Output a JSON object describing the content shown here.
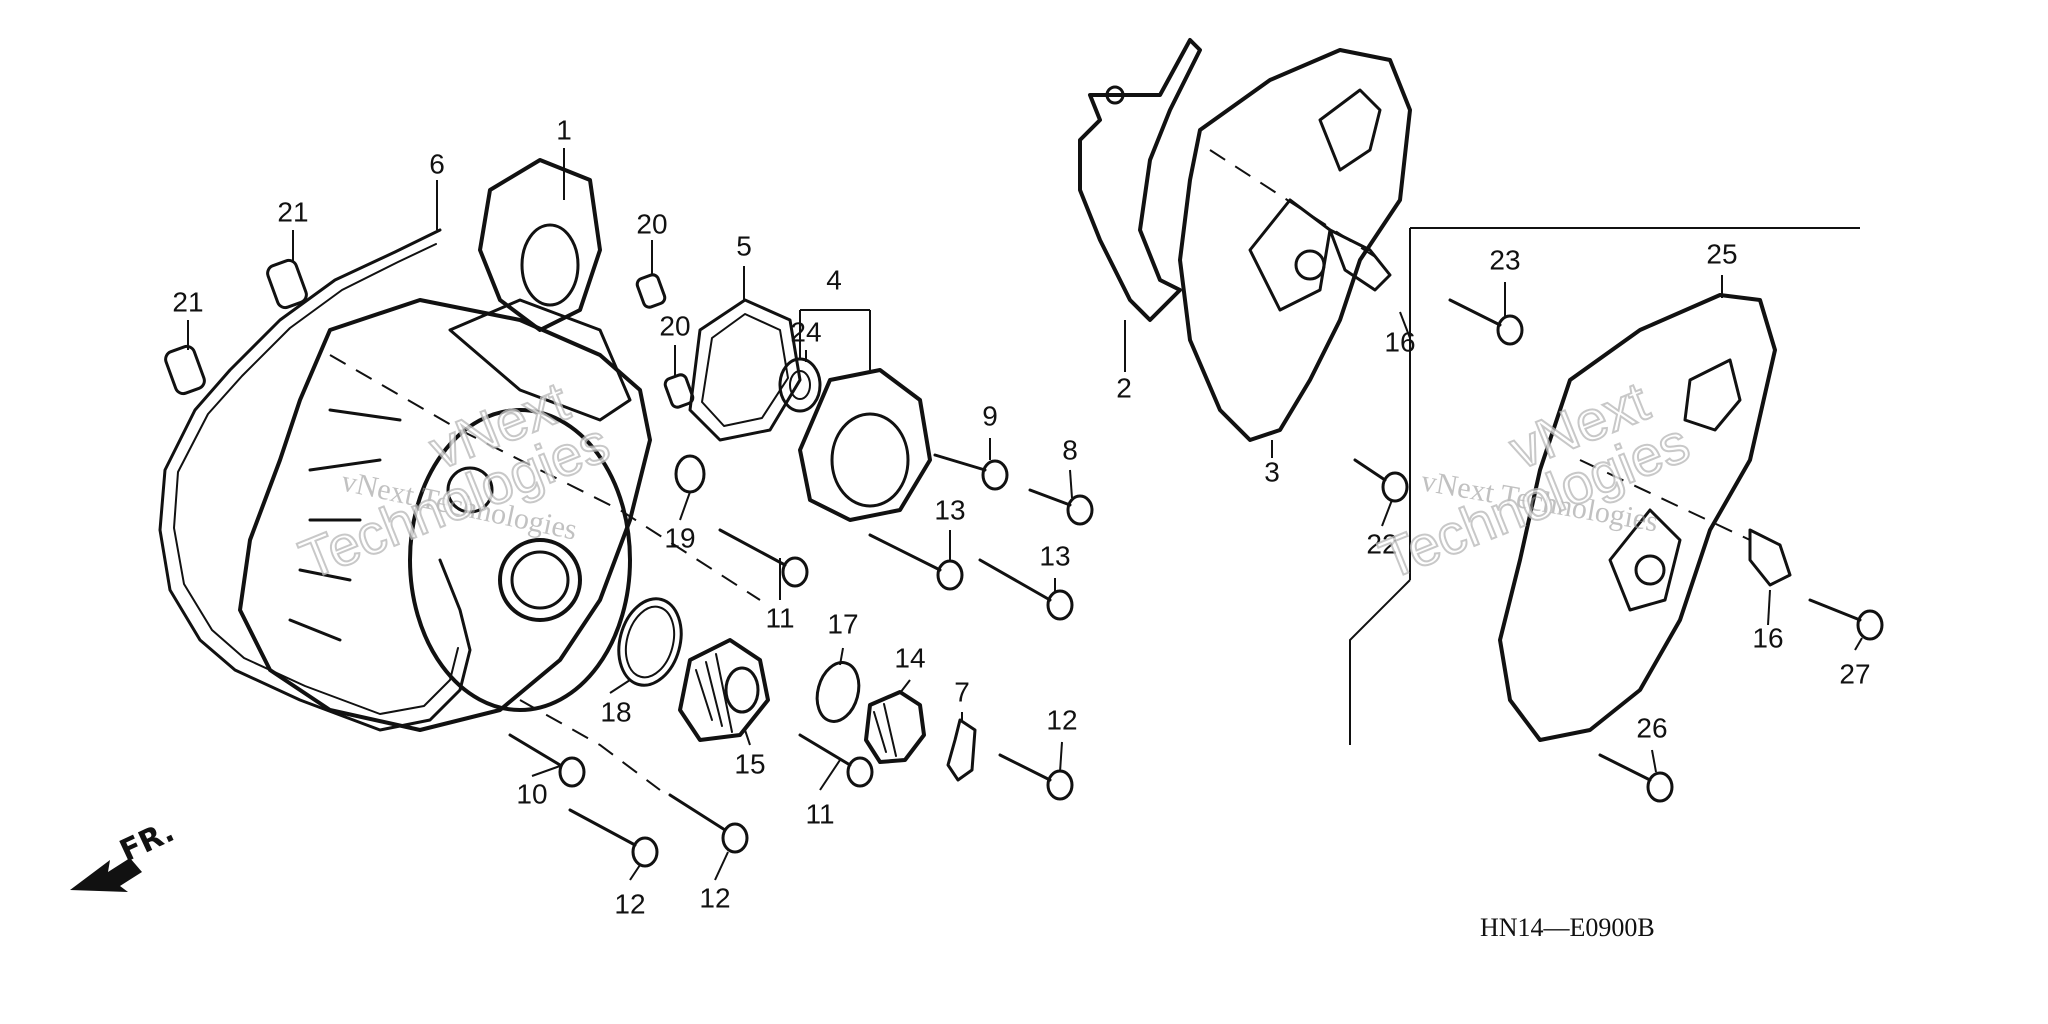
{
  "diagram": {
    "code": "HN14—E0900B",
    "direction_label": "FR.",
    "watermark_line1": "vNext Technologies",
    "watermark_big_a": "vNext",
    "watermark_big_b": "Technologies",
    "callouts": {
      "c1": "1",
      "c2": "2",
      "c3": "3",
      "c4": "4",
      "c5": "5",
      "c6": "6",
      "c7": "7",
      "c8": "8",
      "c9": "9",
      "c10": "10",
      "c11a": "11",
      "c11b": "11",
      "c12a": "12",
      "c12b": "12",
      "c12c": "12",
      "c13a": "13",
      "c13b": "13",
      "c14": "14",
      "c15": "15",
      "c16a": "16",
      "c16b": "16",
      "c17": "17",
      "c18": "18",
      "c19": "19",
      "c20a": "20",
      "c20b": "20",
      "c21a": "21",
      "c21b": "21",
      "c22": "22",
      "c23": "23",
      "c24": "24",
      "c25": "25",
      "c26": "26",
      "c27": "27"
    }
  }
}
